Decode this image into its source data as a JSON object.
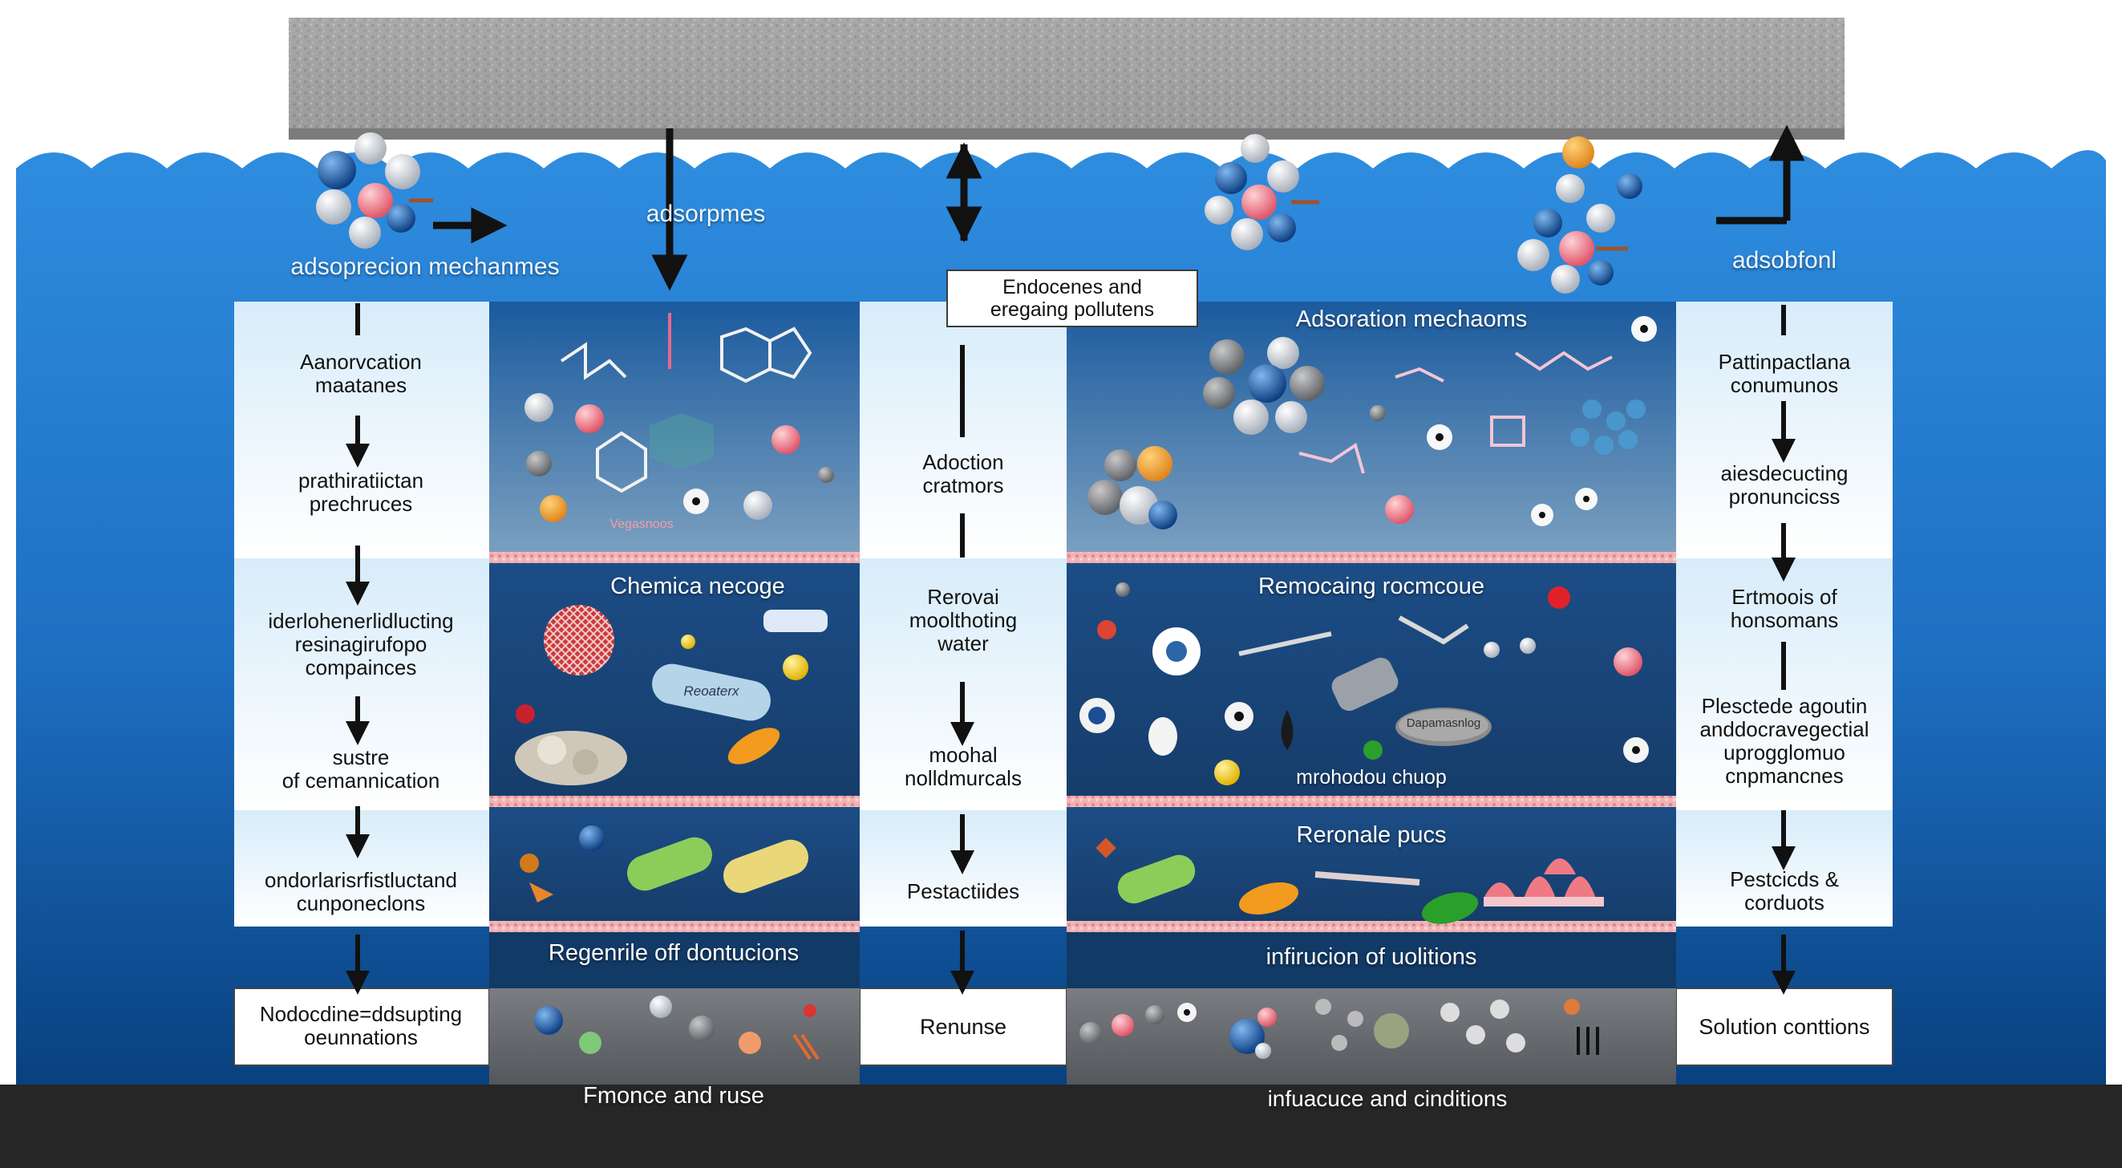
{
  "labels": {
    "top_left_caption": "adsoprecion mechanmes",
    "top_center_caption": "adsorpmes",
    "top_right_caption": "adsobfonl",
    "center_box": [
      "Endocenes and",
      "eregaing pollutens"
    ],
    "right_panel_title": "Adsoration mechaoms",
    "left_column": [
      [
        "Aanorvcation",
        "maatanes"
      ],
      [
        "prathiratiictan",
        "prechruces"
      ],
      [
        "iderlohenerlidlucting",
        "resinagirufopo",
        "compainces"
      ],
      [
        "sustre",
        "of cemannication"
      ],
      [
        "ondorlarisrfistluctand",
        "cunponeclons"
      ],
      [
        "Nodocdine=ddsupting",
        "oeunnations"
      ]
    ],
    "center_column": [
      [
        "Adoction",
        "cratmors"
      ],
      [
        "Rerovai",
        "moolthoting",
        "water"
      ],
      [
        "moohal",
        "nolldmurcals"
      ],
      [
        "Pestactiides"
      ],
      [
        "Renunse"
      ]
    ],
    "right_column": [
      [
        "Pattinpactlana",
        "conumunos"
      ],
      [
        "aiesdecucting",
        "pronuncicss"
      ],
      [
        "Ertmoois of",
        "honsomans"
      ],
      [
        "Plesctede agoutin",
        "anddocravegectial",
        "uprogglomuo",
        "cnpmancnes"
      ],
      [
        "Pestcicds &",
        "corduots"
      ],
      [
        "Solution conttions"
      ]
    ],
    "left_panels": {
      "row1_small": "Vegasnoos",
      "row2_title": "Chemica necoge",
      "row2_pill": "Reoaterx",
      "row4_title": "Regenrile off dontucions",
      "bottom_caption": "Fmonce and ruse"
    },
    "right_panels": {
      "row2_title": "Remocaing rocmcoue",
      "row2_ellipse": "Dapamasnlog",
      "row2_caption": "mrohodou chuop",
      "row3_title": "Reronale pucs",
      "row4_title": "infirucion of uolitions",
      "bottom_caption": "infuacuce and cinditions"
    }
  },
  "colors": {
    "water_top": "#2f8ee0",
    "water_bottom": "#08407e",
    "panel_dark": "#18497f",
    "membrane": "#e9a3a6",
    "slab": "#a3a3a3",
    "ground": "#262626"
  }
}
